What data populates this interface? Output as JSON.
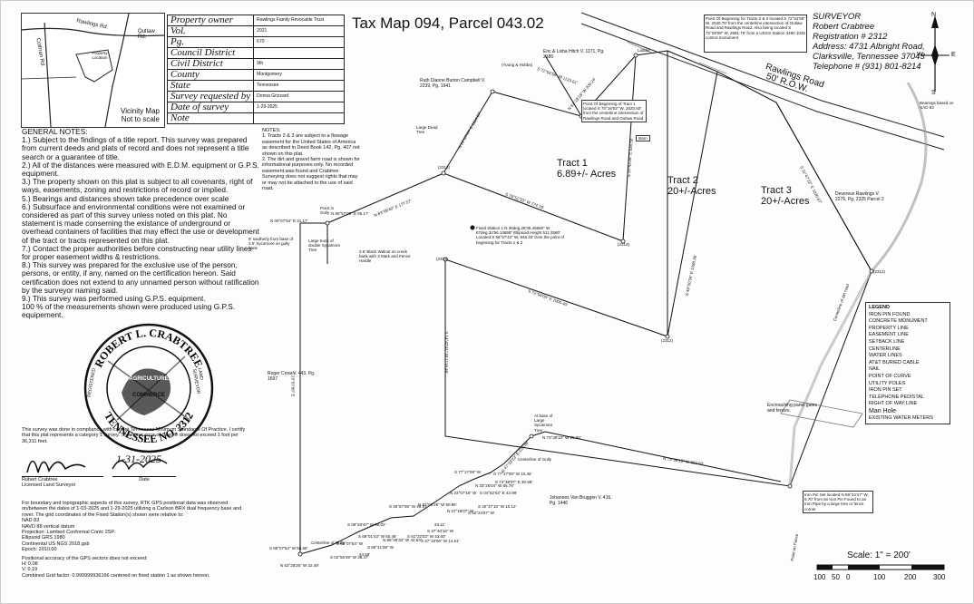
{
  "title": "Tax Map 094, Parcel 043.02",
  "title_block": [
    {
      "label": "Property owner",
      "value": "Rawlings Family Revocable Trust"
    },
    {
      "label": "Vol.",
      "value": "2021"
    },
    {
      "label": "Pg.",
      "value": "670"
    },
    {
      "label": "Council District",
      "value": ""
    },
    {
      "label": "Civil District",
      "value": "9th"
    },
    {
      "label": "County",
      "value": "Montgomery"
    },
    {
      "label": "State",
      "value": "Tennessee"
    },
    {
      "label": "Survey requested by",
      "value": "Donna Grizzard"
    },
    {
      "label": "Date of survey",
      "value": "1-29-2025"
    },
    {
      "label": "Note",
      "value": ""
    }
  ],
  "surveyor": {
    "heading": "SURVEYOR",
    "name": "Robert Crabtree",
    "registration": "Registration # 2312",
    "address": "Address: 4731 Albright Road,",
    "city": "Clarksville, Tennessee 37043",
    "phone": "Telephone # (931) 801-8214"
  },
  "vicinity_map": {
    "caption_line1": "Vicinity Map",
    "caption_line2": "Not to scale",
    "roads": [
      "Rawlings Rd.",
      "Outlaw Rd.",
      "Cothran Rd."
    ],
    "location_label": "Property Location"
  },
  "north_arrow": {
    "n": "N",
    "s": "S",
    "e": "E",
    "w": "W",
    "note": "Bearings based on NAD 83"
  },
  "general_notes": {
    "heading": "GENERAL NOTES:",
    "items": [
      "1.) Subject to the findings of a title report. This survey was prepared from current deeds and plats of record and does not represent a title search or a guarantee of title.",
      "2.) All of the distances were measured with E.D.M. equipment or G.P.S. equipment.",
      "3.) The property shown on this plat is subject to all covenants, right of ways, easements, zoning and restrictions of record or implied.",
      "5.) Bearings and distances shown take precedence over scale",
      "6.) Subsurface and environmental conditions were not examined or considered as part of this survey unless noted on this plat. No statement is made conserning the existance of underground or overhead containers of facilities that may effect the use or development of the tract or tracts represented on this plat.",
      "7.) Contact the proper authorities before constructing near utility lines for proper easement widths & restrictions.",
      "8.) This survey was prepared for the exclusive use of the person, persons, or entity, if any, named on the certification hereon. Said certification does not extend to any unnamed person without ratification by the surveyor naming said.",
      "9.) This survey was performed using G.P.S. equipment.",
      "100 % of the measurements shown were produced using G.P.S. equipement."
    ]
  },
  "notes2": {
    "heading": "NOTES:",
    "items": [
      "1. Tracts 2 & 3 are subject to a flowage easement for the United States of America as described in Deed Book 142, Pg. 407 not shown on this plat.",
      "2. The dirt and gravel farm road is shown for informational purposes only. No recorded easement was found and Crabtree Surveying does not suggest rights that may or may not be attached to the use of said road."
    ]
  },
  "seal": {
    "top": "ROBERT L. CRABTREE",
    "bottom": "TENNESSEE NO. 2312",
    "left": "REGISTERED",
    "right": "LAND SURVEYOR",
    "center1": "AGRICULTURE",
    "center2": "COMMERCE"
  },
  "certification": "This survey was done in compliance with current Tennessee Minimum Standards Of Practice. I certify that this plat represents a category 1 survey. The linear error of closure does not exceed 1 foot per 36,311 feet.",
  "signature": {
    "name": "Robert Crabtree",
    "title": "Licensed Land Surveyor",
    "date": "1-31-2025",
    "date_label": "Date"
  },
  "gps_note": [
    "For boundary and topographic aspects of this survey, RTK GPS positional data was observed on/between the dates of 1-03-2025 and 1-29-2025 utilizing a Carlson BRX dual frequency base and rover. The grid coordinates of the Fixed Station(s) shown were relative to:",
    "NAD 83",
    "NAVD 88 vertical datum",
    "Projection: Lambert Conformal Conic 2SP.",
    "Ellipsoid GRS 1980",
    "Continental US NGS 2018.gsb",
    "Epoch: 2010.00",
    "Positional accuracy of the GPS vectors does not exceed:",
    "H: 0.08",
    "V: 0.19",
    "Combined Grid factor: 0.999999936166 centered on fixed station 1 as shown hereon."
  ],
  "tracts": [
    {
      "name": "Tract 1",
      "area": "6.89+/- Acres"
    },
    {
      "name": "Tract 2",
      "area": "20+/-Acres"
    },
    {
      "name": "Tract 3",
      "area": "20+/-Acres"
    }
  ],
  "road_label": {
    "name": "Rawlings Road",
    "row": "50' R.O.W."
  },
  "adjoiners": {
    "campbell": "Ruth Dianne Burton Campbell V. 2239, Pg. 1941",
    "hitch": "Eric & Lisha Hitch V. 1171, Pg. 2186",
    "crow": "Roger Crow V. 443, Pg. 1697",
    "bruggen": "Johannes Van Bruggen V. 416, Pg. 1446",
    "devereux": "Devereux Rawlings V. 2276, Pg. 2325 Parcel 2"
  },
  "pob_note": "Point Of Beginning for Tracts 2 & 3 located S 72°54'58\" W, 2040.78' from the centerline intersection of Outlaw Road and Rawlings Road. Also being located S 72°29'09\" W, 2681.79' from a USGS Station 3490 1025 control monument",
  "pob_tract1": "Point Of Beginning of Tract 1 located S 70°16'63\" W, 2620.50' from the centerline intersection of Rawlings Road and Outlaw Road",
  "fixed_station": "Fixed Station 1 N 36deg.28'36.45660\" W 87deg.34'56.14659\" Ellipsoid Height 511.3580' Located S 56°57'42\" W, 846.33' from the point of beginning for Tracts 1 & 2",
  "map_labels": {
    "point_in_gully": "Point in Gully",
    "large_dead_tree": "Large Dead Tree",
    "sycamore_note": "9' southerly from base of 3.5' Sycamore on gully bank",
    "large_trunk": "Large trunk of double Sycamore Tree",
    "black_walnut": "2.5' Black Walnut on creek bank with 3 Mark and Fence Hardle",
    "barn": "Barn",
    "ladder": "Ladder",
    "sycamore_base": "At base of Large Sycamore Tree",
    "centerline_gully_1": "Centerline of Gully",
    "centerline_gully_2": "Centerline of Gully",
    "encroaching": "Encroaching panel gates and fences.",
    "iron_pin_found": "Iron Pin Set located N 59°34'17\" W, 5.70' from an Iron Pin Found to an Iron Pipe by a large tree or fence corner",
    "road_centerline": "Centerline of dirt road",
    "point_on_fence": "Point on Fence",
    "tree_hobbs": "(Young & Hobbs)",
    "fp": "(2312)"
  },
  "bearings": [
    "S 72°54'58\" W 1123.61'",
    "S 49°00'34\" E 1088.36'",
    "S 31°47'22\" E 1030.87'",
    "N 63°19'18\" W 200.24'",
    "S 76°52'33\" W 774.78'",
    "S 15°43'26\" E 535.56'",
    "S 72°59'05\" E 1000.40'",
    "N 22°07'47\" E 1114.67'",
    "S 14°42'41\" W 1116.46'",
    "N 73°36'15\" W 892.60'",
    "N 73°39'10\" W 25.00'",
    "N 00°07'54\" E 31.17'",
    "N 83°09'40\" E 177.57'",
    "N 66°57'00\" E 65.17'",
    "S 23°57'06\" E",
    "S 74°38'07\" E 30.98'",
    "N 33°26'04\" W 85.78'",
    "S 04°52'02\" E 42.99'",
    "N 47°29'23\" E 226.98'",
    "S 77°17'09\" W 10.46'",
    "S 77°17'09\" W",
    "S 30°37'15\" W 10.12'",
    "S 52°24'57\" W",
    "S 40°57'08\" W 49.97'",
    "N 87°56'26\" W 50.86'",
    "S 69°01'43\" W 60.46'",
    "S 09°28'47\" W 98.02'",
    "N 86°38'33\" W 42.63'",
    "S 61°32'03\" W 43.60'",
    "S 37°18'06\" W 14.61'",
    "S 37°40'16\" W",
    "N 37°18'07\" W",
    "S 88°07'54\" W 56.68'",
    "N 63°28'26\" W 32.49'",
    "S 02°56'49\" W 38.47'",
    "N 33°07'18\" W",
    "S 60°07'54\" W",
    "44.59'",
    "33.11'",
    "S 88°41'08\" W"
  ],
  "legend": {
    "title": "LEGEND",
    "items": [
      "IRON PIN FOUND",
      "CONCRETE MONUMENT",
      "PROPERTY LINE",
      "EASEMENT LINE",
      "SETBACK LINE",
      "CENTERLINE",
      "WATER LINES",
      "AT&T BURIED CABLE",
      "NAIL",
      "POINT OF CURVE",
      "UTILITY POLES",
      "IRON PIN SET",
      "TELEPHONE PEDISTAL",
      "RIGHT OF WAY LINE",
      "Man Hole",
      "EXISTING WATER METERS"
    ]
  },
  "scale": {
    "label": "Scale: 1\" = 200'",
    "ticks": [
      "100",
      "50",
      "0",
      "100",
      "200",
      "300"
    ]
  }
}
